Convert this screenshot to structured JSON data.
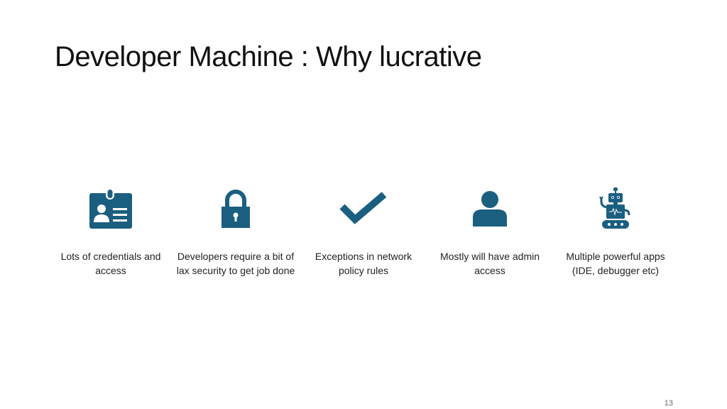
{
  "slide": {
    "title": "Developer Machine : Why lucrative",
    "page_number": "13",
    "accent_color": "#1a5f80"
  },
  "items": [
    {
      "icon": "id-badge-icon",
      "label": "Lots of credentials and access"
    },
    {
      "icon": "lock-icon",
      "label": "Developers require a bit of lax security to get job done"
    },
    {
      "icon": "checkmark-icon",
      "label": "Exceptions in network policy rules"
    },
    {
      "icon": "person-icon",
      "label": "Mostly will have admin access"
    },
    {
      "icon": "robot-icon",
      "label": "Multiple powerful apps (IDE, debugger etc)"
    }
  ]
}
